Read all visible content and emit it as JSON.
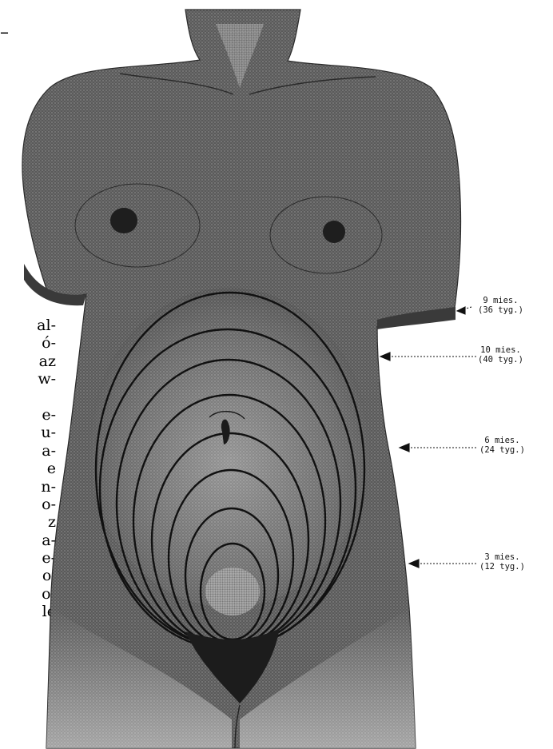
{
  "page": {
    "top_mark": "–",
    "side_text_fragments": [
      "al-",
      "ó-",
      "az",
      "w-",
      "",
      "e-",
      "u-",
      "a-",
      "e",
      "n-",
      "o-",
      "z",
      "a-",
      "e-",
      "o.",
      "o-",
      "le"
    ]
  },
  "figure": {
    "annotations": [
      {
        "line1": "9 mies.",
        "line2": "(36 tyg.)"
      },
      {
        "line1": "10 mies.",
        "line2": "(40 tyg.)"
      },
      {
        "line1": "6 mies.",
        "line2": "(24 tyg.)"
      },
      {
        "line1": "3 mies.",
        "line2": "(12 tyg.)"
      }
    ]
  },
  "colors": {
    "ink": "#111111",
    "skin_dark": "#4a4a4a",
    "skin_mid": "#7a7a7a",
    "skin_light": "#b8b8b8"
  }
}
